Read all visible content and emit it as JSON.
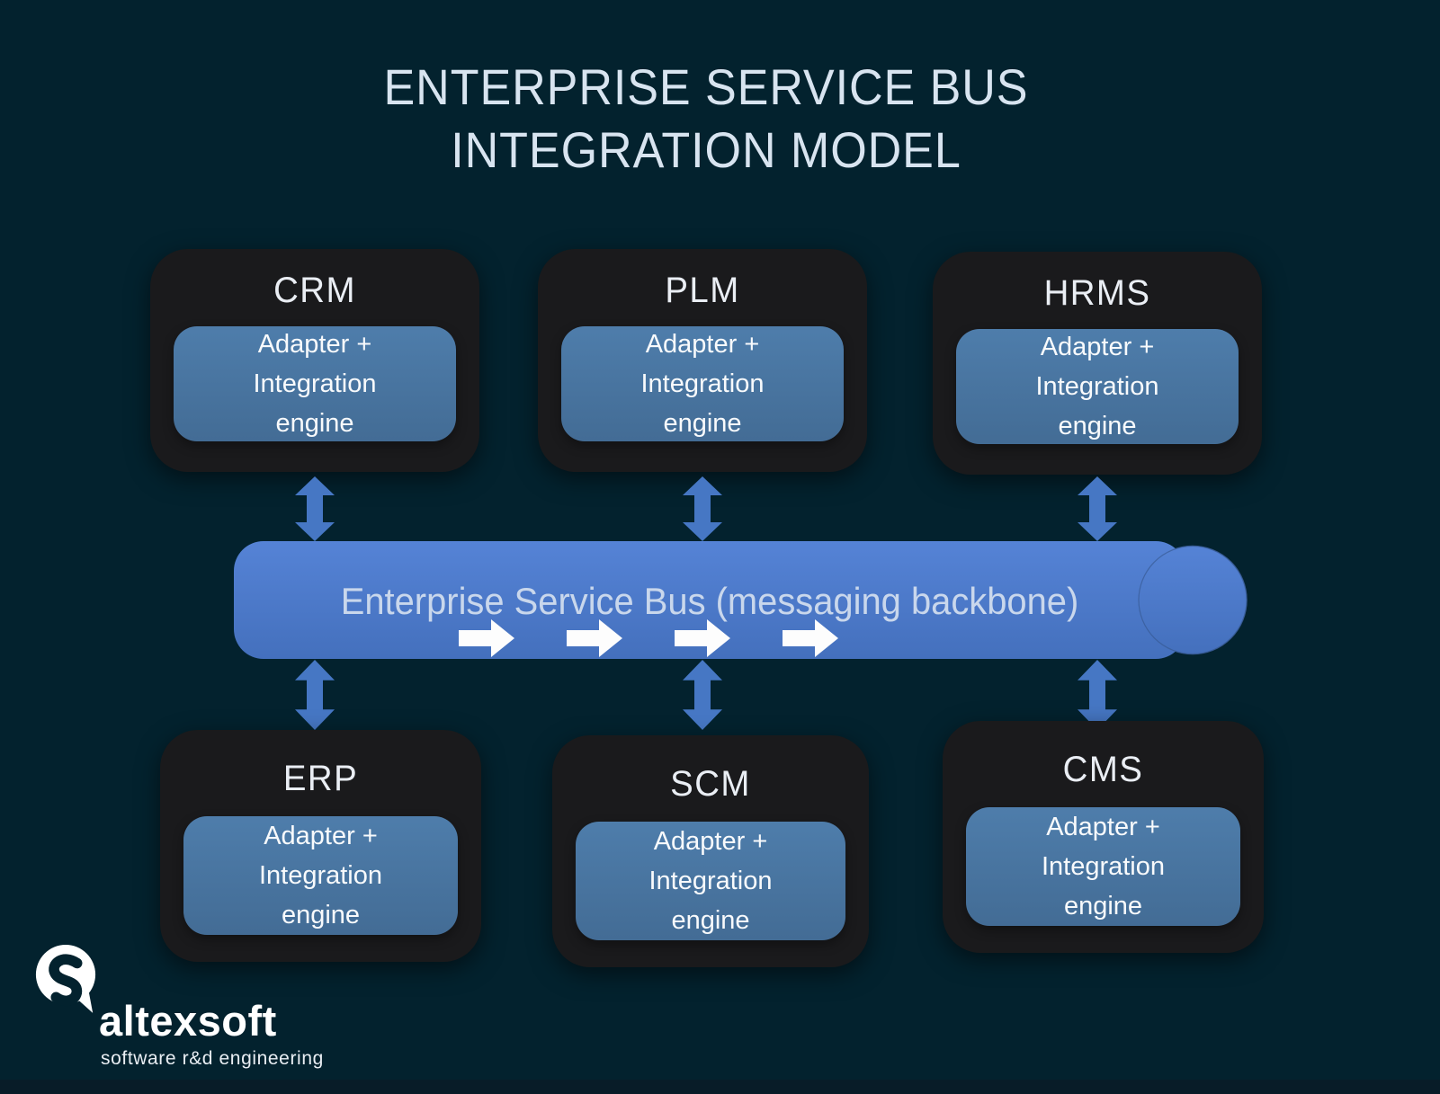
{
  "title": {
    "line1": "ENTERPRISE SERVICE BUS",
    "line2": "INTEGRATION MODEL"
  },
  "bus": {
    "label": "Enterprise Service Bus (messaging backbone)",
    "flow_direction": "right",
    "flow_arrow_count": 4
  },
  "systems": {
    "top": [
      {
        "name": "CRM",
        "component": "Adapter + Integration engine"
      },
      {
        "name": "PLM",
        "component": "Adapter + Integration engine"
      },
      {
        "name": "HRMS",
        "component": "Adapter + Integration engine"
      }
    ],
    "bottom": [
      {
        "name": "ERP",
        "component": "Adapter + Integration engine"
      },
      {
        "name": "SCM",
        "component": "Adapter + Integration engine"
      },
      {
        "name": "CMS",
        "component": "Adapter + Integration engine"
      }
    ]
  },
  "branding": {
    "name": "altexsoft",
    "tagline": "software r&d engineering"
  },
  "colors": {
    "background": "#03222e",
    "box_dark": "#1a1a1c",
    "panel_blue": "#47759f",
    "bus_blue": "#4c7ccb",
    "connector_arrow_blue": "#4677c4",
    "flow_arrow_white": "#fdfdfd",
    "title_text": "#d8e4f0",
    "bus_text": "#c9d7ec"
  }
}
